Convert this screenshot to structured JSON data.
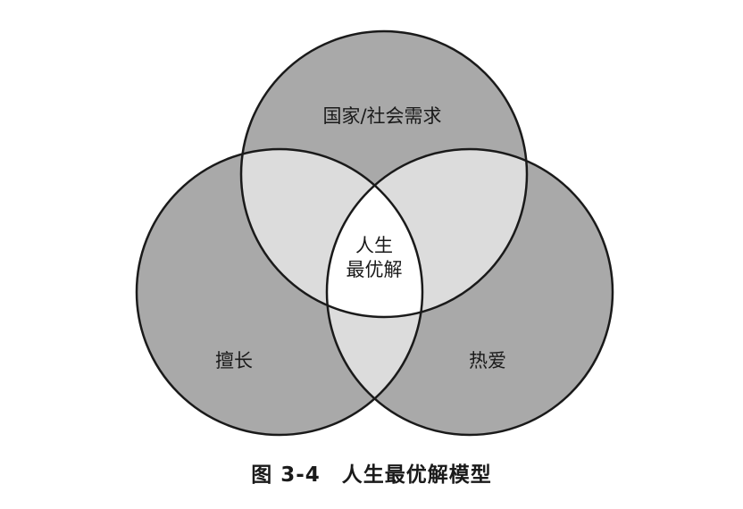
{
  "diagram": {
    "circles": {
      "top": {
        "label": "国家/社会需求"
      },
      "left": {
        "label": "擅长"
      },
      "right": {
        "label": "热爱"
      }
    },
    "center": {
      "line1": "人生",
      "line2": "最优解"
    },
    "colors": {
      "circle_fill": "#a9a9a9",
      "pair_overlap_fill": "#dcdcdc",
      "center_fill": "#ffffff",
      "outline": "#1a1a1a"
    }
  },
  "caption": "图 3-4　人生最优解模型"
}
